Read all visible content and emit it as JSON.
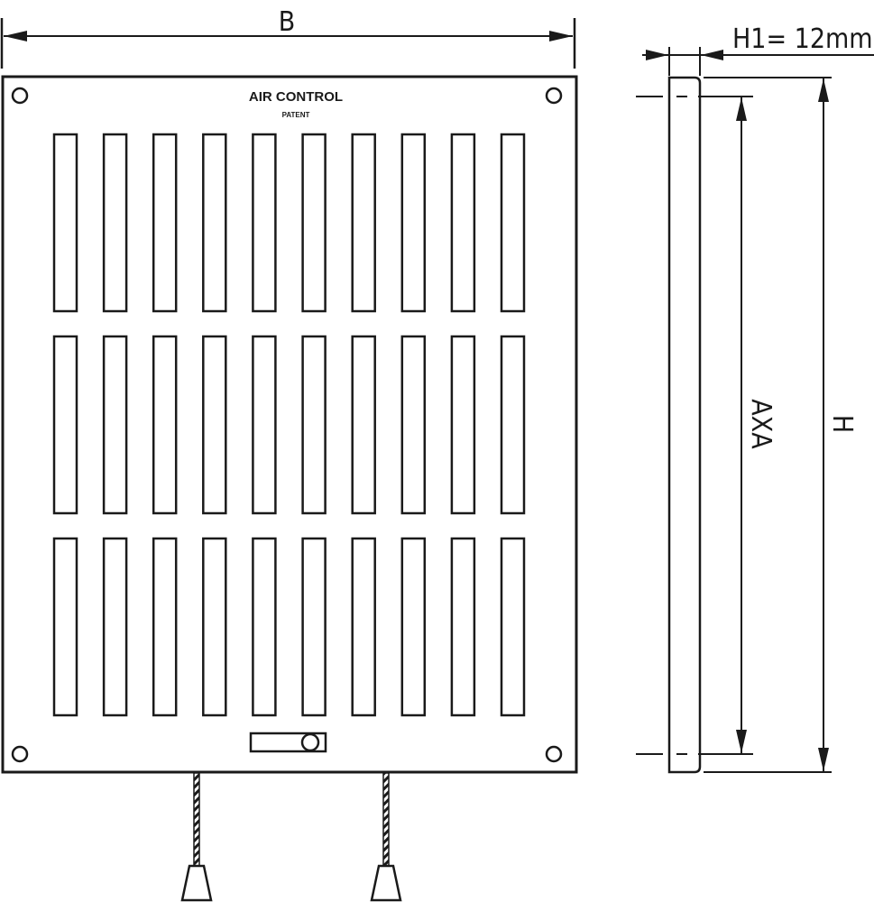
{
  "title": "AIR CONTROL",
  "subtitle": "PATENT",
  "dimensions": {
    "width_label": "B",
    "height_label": "H",
    "inner_label": "AXA",
    "depth_label": "H1= 12mm"
  },
  "grille": {
    "slot_columns": 10,
    "slot_rows": 3
  },
  "colors": {
    "line": "#1a1a1a",
    "background": "#ffffff"
  }
}
